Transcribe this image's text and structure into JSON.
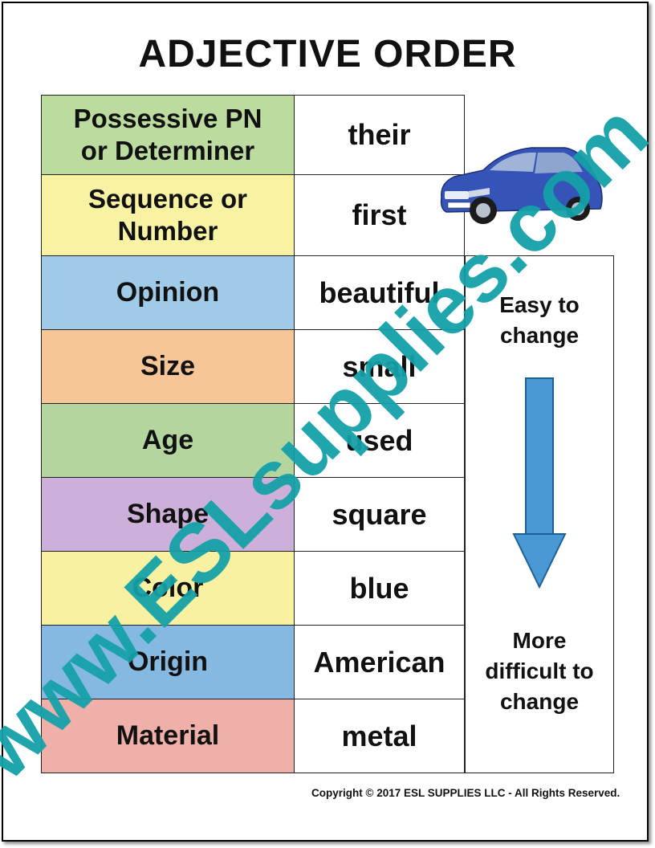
{
  "title": "ADJECTIVE ORDER",
  "rows": [
    {
      "category": "Possessive PN or Determiner",
      "example": "their",
      "color": "#bcdc9f"
    },
    {
      "category": "Sequence or Number",
      "example": "first",
      "color": "#f8f3a2"
    },
    {
      "category": "Opinion",
      "example": "beautiful",
      "color": "#9fcae8"
    },
    {
      "category": "Size",
      "example": "small",
      "color": "#f6c598"
    },
    {
      "category": "Age",
      "example": "used",
      "color": "#b4d69e"
    },
    {
      "category": "Shape",
      "example": "square",
      "color": "#cdb0d9"
    },
    {
      "category": "Color",
      "example": "blue",
      "color": "#f7f1a1"
    },
    {
      "category": "Origin",
      "example": "American",
      "color": "#86b9e1"
    },
    {
      "category": "Material",
      "example": "metal",
      "color": "#eeb0a8"
    }
  ],
  "side_panel": {
    "top_label": "Easy to change",
    "bottom_label": "More difficult to change",
    "arrow_color": "#4a98d3"
  },
  "watermark": {
    "text": "www.ESLsupplies.com",
    "color": "#15a0a8"
  },
  "copyright": "Copyright © 2017 ESL SUPPLIES LLC - All Rights Reserved."
}
